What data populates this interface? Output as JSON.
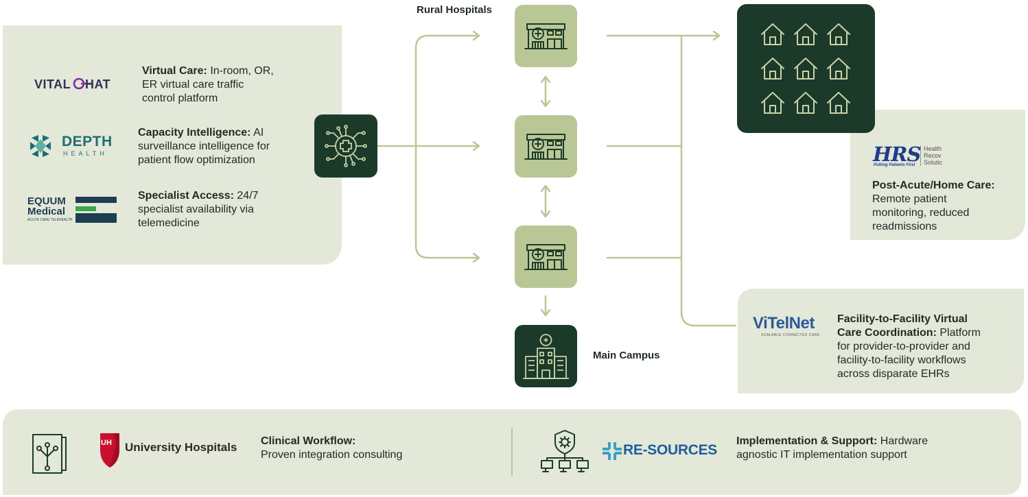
{
  "colors": {
    "panel_bg": "#e3e8d8",
    "tile_light": "#b8c795",
    "tile_dark": "#1c3a2a",
    "icon_dark": "#1c3a2a",
    "icon_light": "#c9d4a8",
    "connector": "#b8c795"
  },
  "left_panel": {
    "vendors": [
      {
        "logo_text": "VITALCHAT",
        "title": "Virtual Care:",
        "line1": "In-room, OR,",
        "line2": "ER virtual care traffic",
        "line3": "control platform"
      },
      {
        "logo_text": "DEPTH",
        "logo_sub": "HEALTH",
        "title": "Capacity Intelligence:",
        "line1": "AI",
        "line2": "surveillance intelligence for",
        "line3": "patient flow optimization"
      },
      {
        "logo_text": "EQUUM",
        "logo_text2": "Medical",
        "logo_sub": "ACUTE CARE TELEHEALTH",
        "title": "Specialist Access:",
        "line1": "24/7",
        "line2": "specialist availability via",
        "line3": "telemedicine"
      }
    ],
    "hub_icon": "ai-circuit-medical-cross-icon"
  },
  "center": {
    "rural_label": "Rural Hospitals",
    "main_label": "Main Campus",
    "hospital_icon": "hospital-building-icon",
    "main_icon": "main-campus-building-icon"
  },
  "homes": {
    "icon": "house-icon",
    "count": 9
  },
  "post_acute": {
    "logo_text": "HRS",
    "logo_tagline": "Putting Patients First",
    "logo_side1": "Health",
    "logo_side2": "Recov",
    "logo_side3": "Solutic",
    "title": "Post-Acute/Home Care:",
    "line1": "Remote patient",
    "line2": "monitoring, reduced",
    "line3": "readmissions"
  },
  "ftf": {
    "logo_text": "ViTelNet",
    "logo_sub": "SCALABLE CONNECTED CARE",
    "title1": "Facility-to-Facility Virtual",
    "title2": "Care Coordination:",
    "title2_rest": "Platform",
    "line1": "for provider-to-provider and",
    "line2": "facility-to-facility workflows",
    "line3": "across disparate EHRs"
  },
  "bottom": {
    "workflow_icon": "workflow-book-icon",
    "uh_logo_text": "University Hospitals",
    "uh_badge": "UH",
    "clinical_title": "Clinical Workflow:",
    "clinical_line": "Proven integration consulting",
    "network_icon": "network-gear-computers-icon",
    "resources_logo_text": "RE-SOURCES",
    "impl_title": "Implementation & Support:",
    "impl_rest": "Hardware",
    "impl_line": "agnostic IT implementation support"
  }
}
